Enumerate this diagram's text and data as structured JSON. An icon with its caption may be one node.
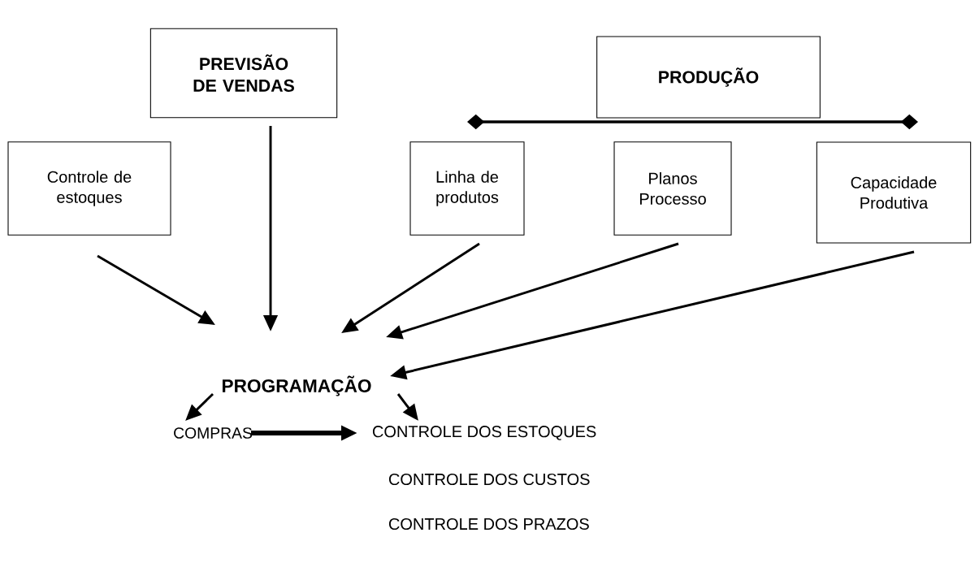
{
  "diagram": {
    "nodes": [
      {
        "text": [
          "PREVISÃO DE VENDAS"
        ]
      },
      {
        "text": [
          "PRODUÇÃO"
        ]
      },
      {
        "text": [
          "Controle de estoques"
        ]
      },
      {
        "text": [
          "Linha de produtos"
        ]
      },
      {
        "text": [
          "Planos Processo"
        ]
      },
      {
        "text": [
          "Capacidade Produtiva"
        ]
      },
      {
        "text": [
          "PROGRAMAÇÃO"
        ]
      },
      {
        "text": [
          "COMPRAS"
        ]
      },
      {
        "text": [
          "CONTROLE DOS ESTOQUES"
        ]
      }
    ],
    "edges": [
      {
        "from": 2,
        "to": 6,
        "arrow": "to"
      },
      {
        "from": 0,
        "to": 6,
        "arrow": "to"
      },
      {
        "from": 3,
        "to": 6,
        "arrow": "to"
      },
      {
        "from": 4,
        "to": 6,
        "arrow": "to"
      },
      {
        "from": 5,
        "to": 6,
        "arrow": "to"
      },
      {
        "from": 6,
        "to": 7,
        "arrow": "to"
      },
      {
        "from": 6,
        "to": 8,
        "arrow": "to"
      },
      {
        "from": 7,
        "to": 8,
        "arrow": "to",
        "style": "thick"
      }
    ],
    "labels": [
      "CONTROLE DOS CUSTOS",
      "CONTROLE DOS PRAZOS"
    ]
  }
}
